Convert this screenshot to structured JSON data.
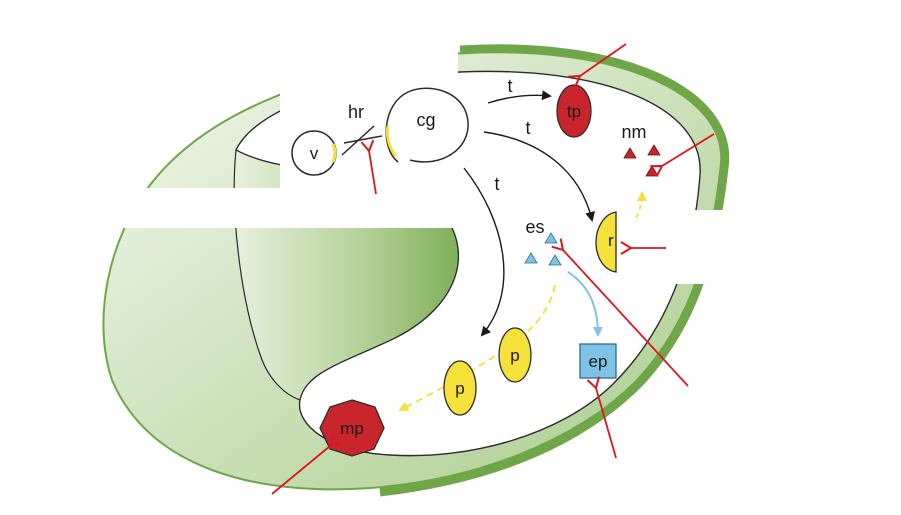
{
  "labels": {
    "hr": "hr",
    "cg": "cg",
    "v": "v",
    "t1": "t",
    "t2": "t",
    "t3": "t",
    "tp": "tp",
    "nm": "nm",
    "es": "es",
    "ep": "ep",
    "r": "r",
    "p1": "p",
    "p2": "p",
    "mp": "mp"
  },
  "colors": {
    "membrane_green": "#6fa64a",
    "interior_green": "#8fbd6d",
    "red": "#c8262c",
    "yellow": "#f5e13a",
    "blue": "#7ec3e6",
    "pointer_red": "#e0141c",
    "outline": "#222222"
  }
}
